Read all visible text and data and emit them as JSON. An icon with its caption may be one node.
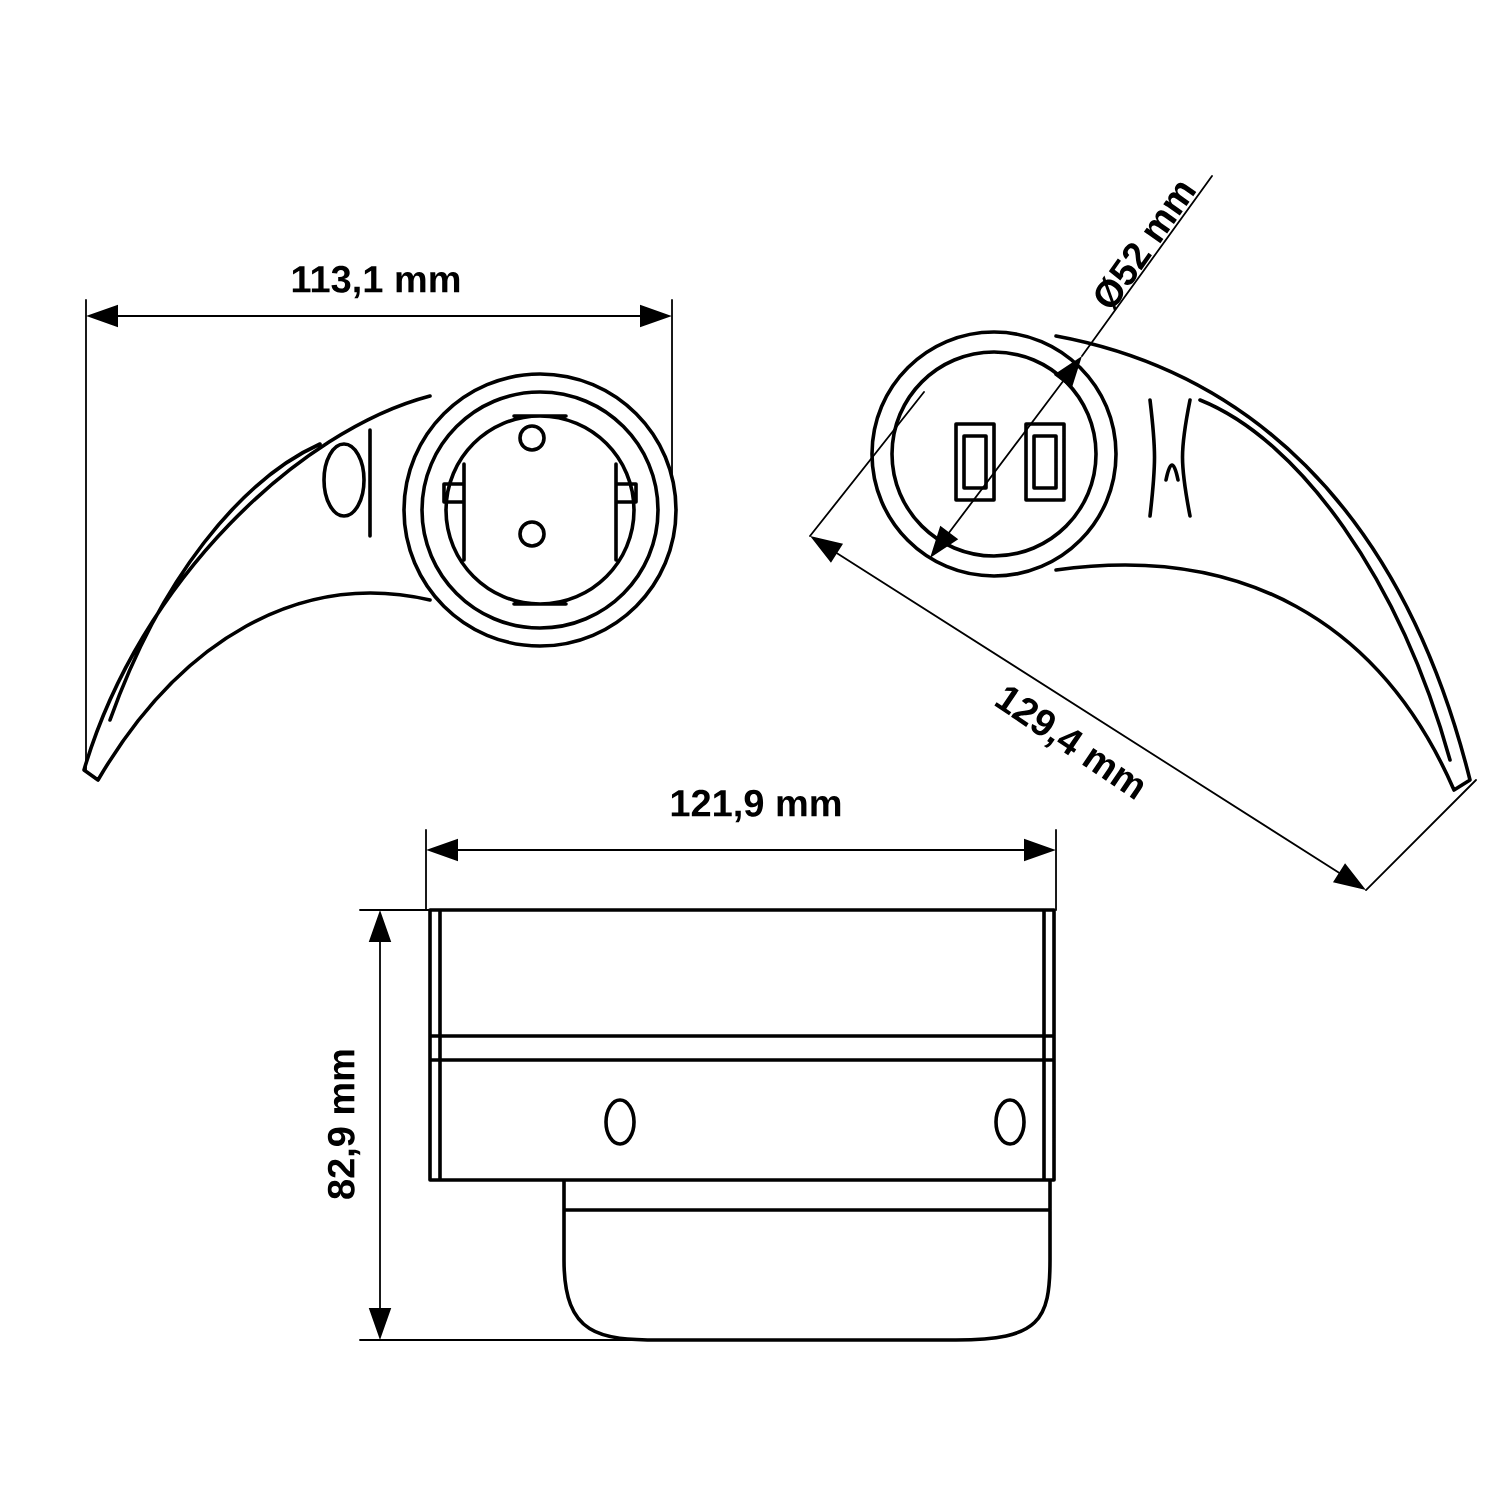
{
  "diagram": {
    "labels": [
      "113,1 mm",
      "Ø52 mm",
      "129,4 mm",
      "121,9 mm",
      "82,9 mm"
    ]
  }
}
